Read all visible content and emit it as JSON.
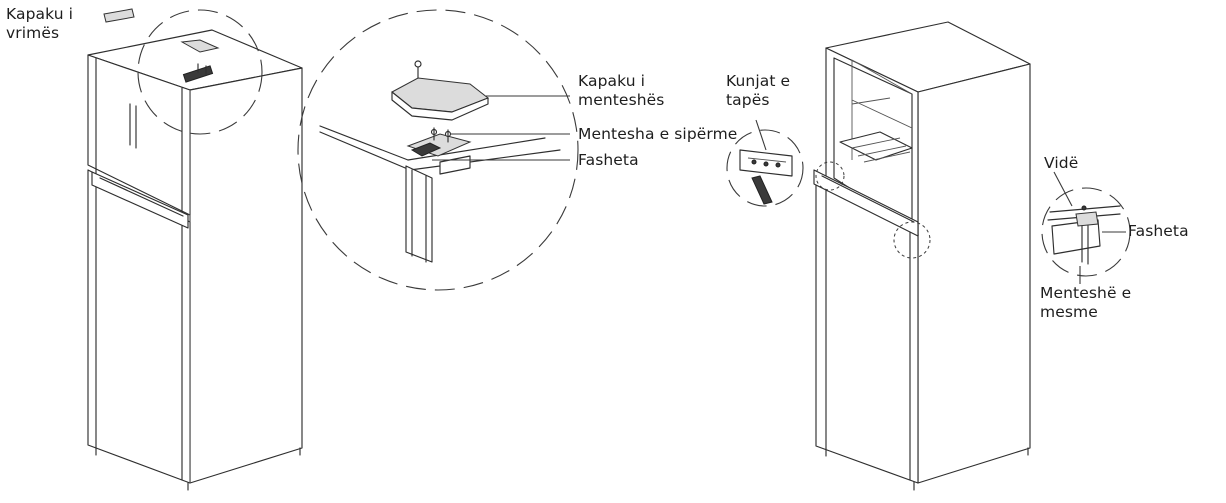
{
  "labels": {
    "vent_cover": "Kapaku i\nvrimës",
    "hinge_cover": "Kapaku i\nmenteshës",
    "upper_hinge": "Mentesha e sipërme",
    "gasket_top": "Fasheta",
    "plug_caps": "Kunjat e\ntapës",
    "screw": "Vidë",
    "gasket_middle": "Fasheta",
    "middle_hinge": "Menteshë e\nmesme"
  }
}
